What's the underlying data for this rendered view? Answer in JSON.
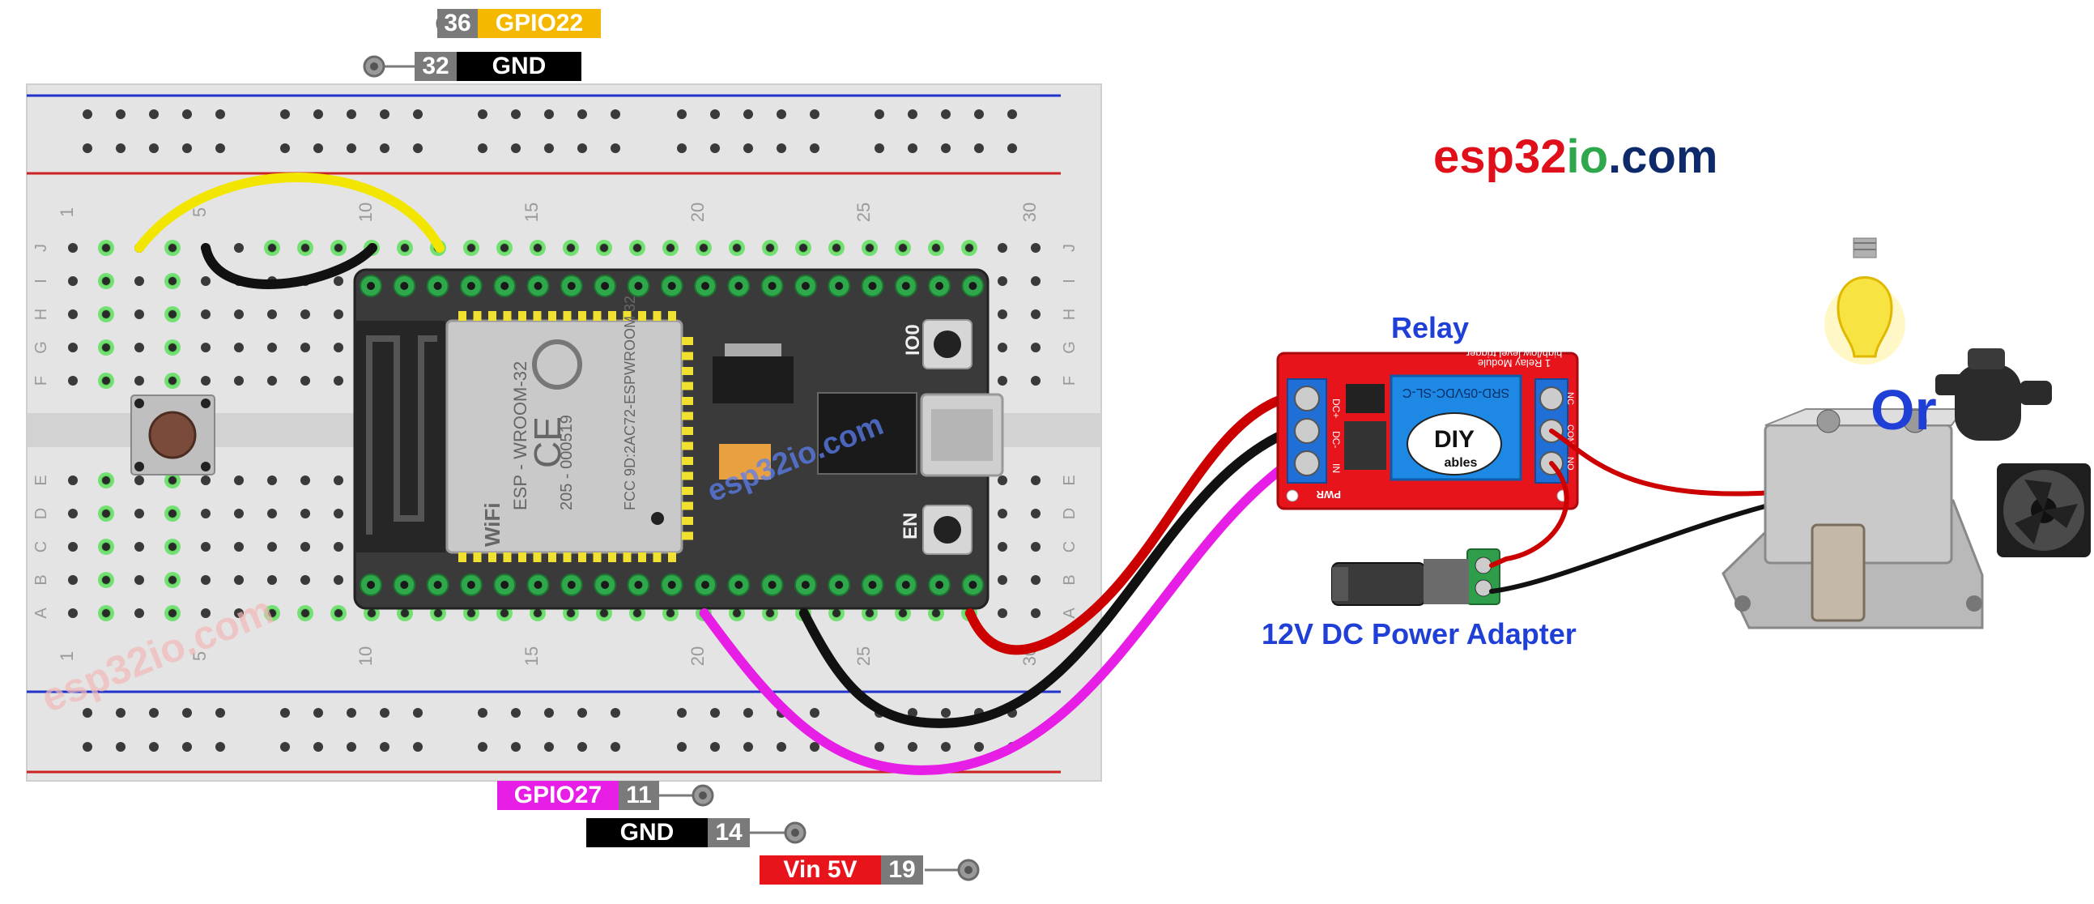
{
  "pin_labels": {
    "top1": {
      "number": "36",
      "name": "GPIO22"
    },
    "top2": {
      "number": "32",
      "name": "GND"
    },
    "bottom1": {
      "number": "11",
      "name": "GPIO27"
    },
    "bottom2": {
      "number": "14",
      "name": "GND"
    },
    "bottom3": {
      "number": "19",
      "name": "Vin 5V"
    }
  },
  "breadboard": {
    "column_numbers_top": [
      "1",
      "5",
      "10",
      "15",
      "20",
      "25",
      "30"
    ],
    "column_numbers_bottom": [
      "1",
      "5",
      "10",
      "15",
      "20",
      "25",
      "30"
    ],
    "row_letters_upper": [
      "J",
      "I",
      "H",
      "G",
      "F"
    ],
    "row_letters_lower": [
      "E",
      "D",
      "C",
      "B",
      "A"
    ],
    "watermark": "esp32io.com"
  },
  "esp32": {
    "module_text": "ESP - WROOM-32",
    "cert_text": "205 - 000519",
    "fcc_text": "FCC 9D:2AC72-ESPWROOM 32",
    "ce_mark": "CE",
    "wifi_badge": "WiFi",
    "button_boot": "IO0",
    "button_en": "EN",
    "watermark": "esp32io.com"
  },
  "relay": {
    "title": "Relay",
    "board_line1": "1 Relay Module",
    "board_line2": "high/low level trigger",
    "relay_spec": "SRD-05VDC-SL-C",
    "logo_main": "DIY",
    "logo_sub": "ables",
    "pins_left": [
      "DC+",
      "DC-",
      "IN"
    ],
    "pins_right": [
      "NC",
      "COM",
      "NO"
    ],
    "power_led": "PWR"
  },
  "adapter": {
    "label": "12V DC Power Adapter"
  },
  "site": {
    "part1": "esp32",
    "part2": "io",
    "part3": ".com"
  },
  "or_label": "Or",
  "colors": {
    "yellow_wire": "#f2e600",
    "black_wire": "#111111",
    "red_wire": "#cc0000",
    "magenta_wire": "#e61ee6",
    "gpio22": "#f5b800",
    "gpio27": "#e61ee6",
    "gnd": "#000000",
    "vin": "#e8141c",
    "accent_blue": "#1f3fd6",
    "logo_red": "#e0101a",
    "logo_green": "#2ea84a",
    "logo_navy": "#0f2a6b"
  }
}
